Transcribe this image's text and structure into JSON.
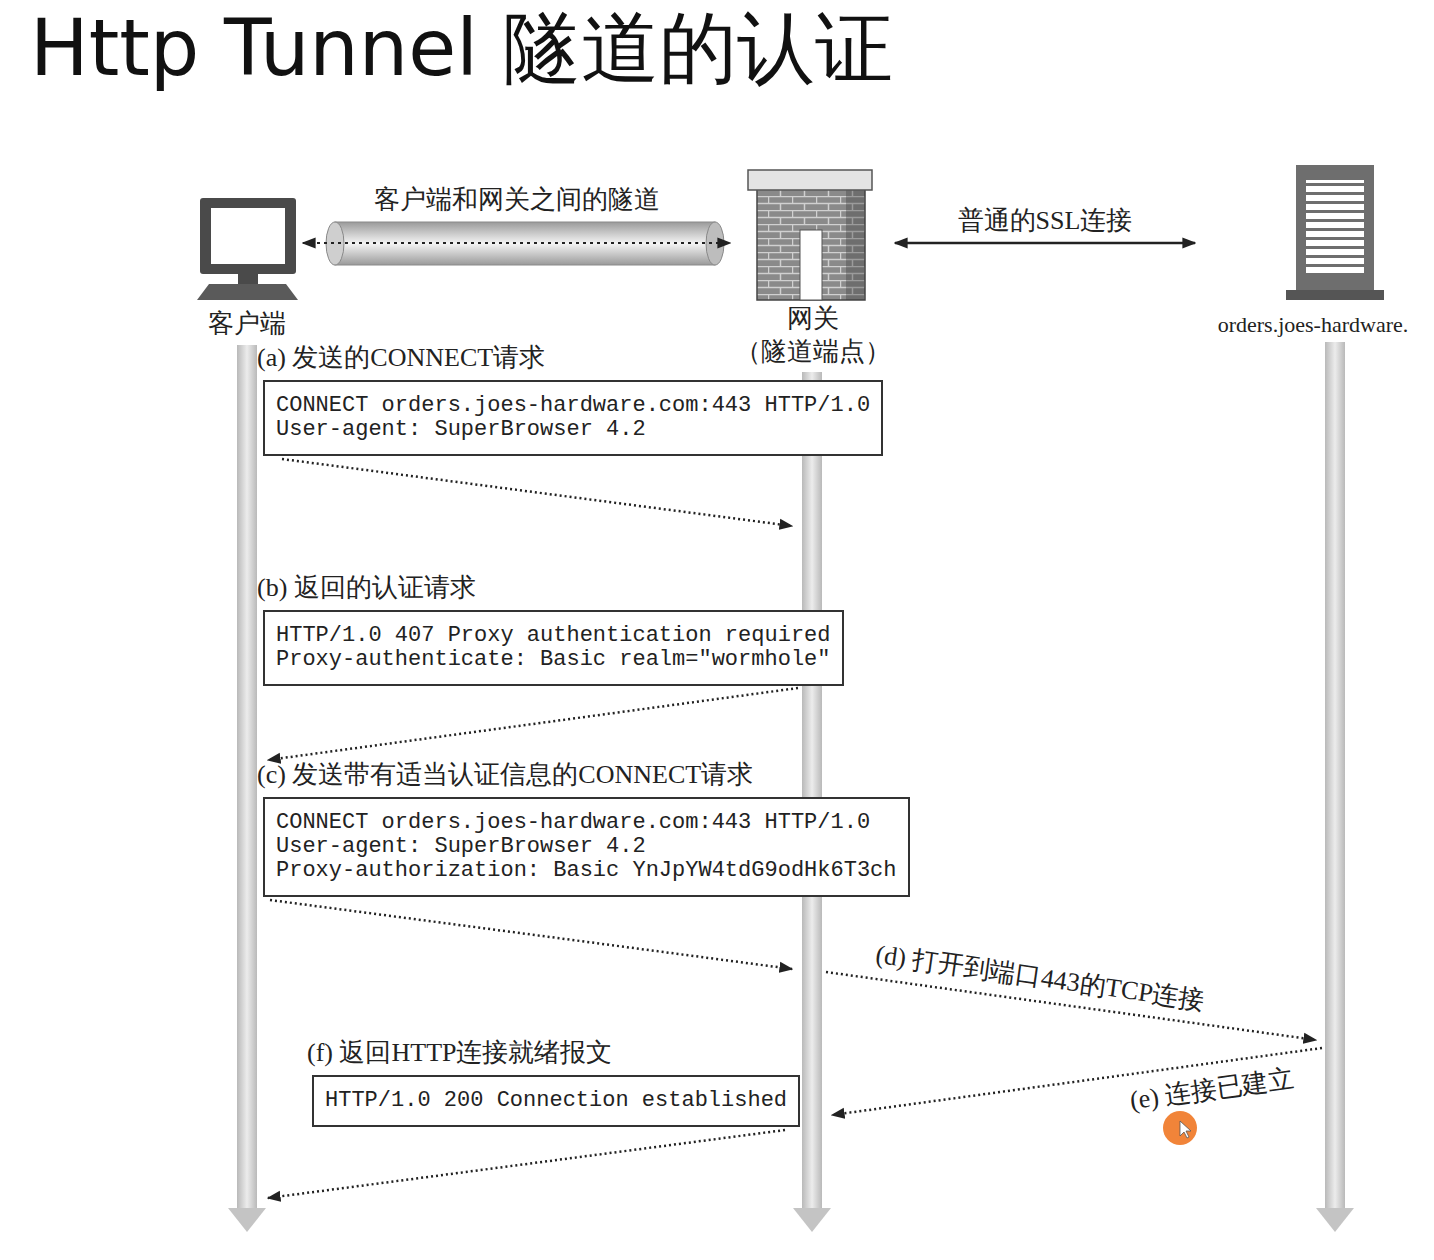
{
  "diagram": {
    "title": "Http Tunnel 隧道的认证",
    "nodes": [
      {
        "text": [
          "客户端"
        ]
      },
      {
        "text": [
          "网关",
          "（隧道端点）"
        ]
      },
      {
        "text": [
          "orders.joes-hardware."
        ]
      },
      {
        "text": [
          "(a) 发送的CONNECT请求",
          "CONNECT orders.joes-hardware.com:443 HTTP/1.0",
          "User-agent: SuperBrowser 4.2"
        ]
      },
      {
        "text": [
          "(b) 返回的认证请求",
          "HTTP/1.0 407 Proxy authentication required",
          "Proxy-authenticate: Basic realm=\"wormhole\""
        ]
      },
      {
        "text": [
          "(c) 发送带有适当认证信息的CONNECT请求",
          "CONNECT orders.joes-hardware.com:443 HTTP/1.0",
          "User-agent: SuperBrowser 4.2",
          "Proxy-authorization: Basic YnJpYW4tdG9odHk6T3ch"
        ]
      },
      {
        "text": [
          "(f) 返回HTTP连接就绪报文",
          "HTTP/1.0 200 Connection established"
        ]
      }
    ],
    "edges": [
      {
        "from": 0,
        "to": 1,
        "arrow": "both",
        "label": "客户端和网关之间的隧道"
      },
      {
        "from": 1,
        "to": 2,
        "arrow": "both",
        "label": "普通的SSL连接"
      }
    ],
    "labels": [
      "(d) 打开到端口443的TCP连接",
      "(e) 连接已建立"
    ]
  }
}
